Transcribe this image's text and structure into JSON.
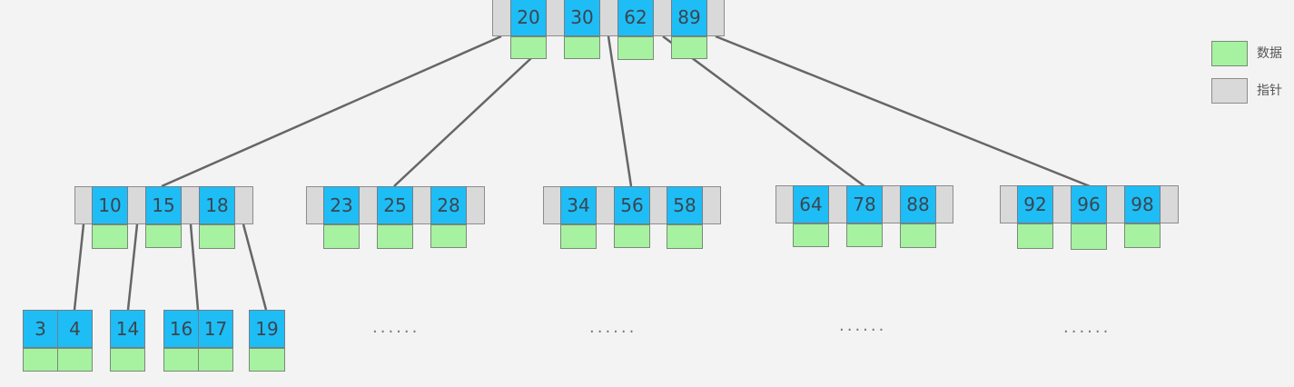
{
  "tree": {
    "root": {
      "keys": [
        "20",
        "30",
        "62",
        "89"
      ]
    },
    "internal": [
      {
        "keys": [
          "10",
          "15",
          "18"
        ]
      },
      {
        "keys": [
          "23",
          "25",
          "28"
        ]
      },
      {
        "keys": [
          "34",
          "56",
          "58"
        ]
      },
      {
        "keys": [
          "64",
          "78",
          "88"
        ]
      },
      {
        "keys": [
          "92",
          "96",
          "98"
        ]
      }
    ],
    "leaves": [
      {
        "keys": [
          "3",
          "4"
        ]
      },
      {
        "keys": [
          "14"
        ]
      },
      {
        "keys": [
          "16",
          "17"
        ]
      },
      {
        "keys": [
          "19"
        ]
      }
    ],
    "ellipsis": [
      "......",
      "......",
      "......",
      "......"
    ]
  },
  "legend": {
    "data_label": "数据",
    "pointer_label": "指针",
    "data_color": "#a6f2a0",
    "pointer_color": "#d9d9d9"
  },
  "colors": {
    "key": "#1fbdf5",
    "data": "#a6f2a0",
    "pointer": "#d9d9d9",
    "edge": "#666666"
  }
}
